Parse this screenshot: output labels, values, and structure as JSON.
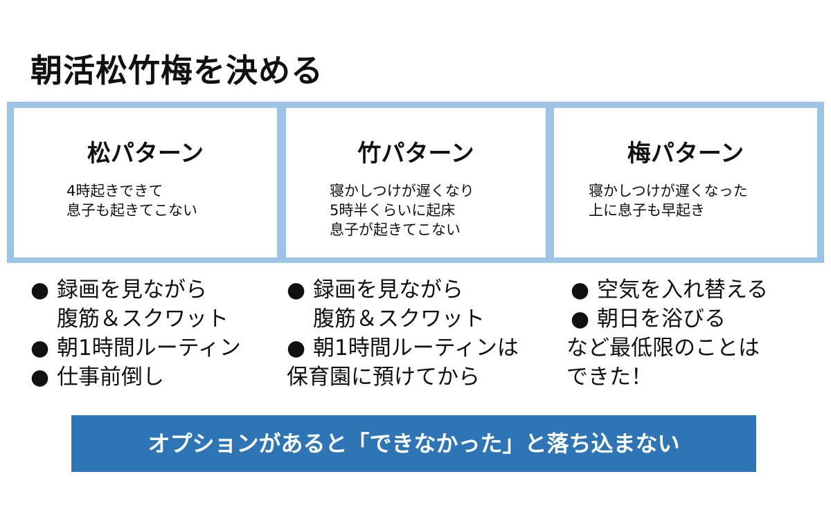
{
  "title": "朝活松竹梅を決める",
  "patterns": [
    {
      "heading": "松パターン",
      "desc": "4時起きできて\n息子も起きてこない"
    },
    {
      "heading": "竹パターン",
      "desc": "寝かしつけが遅くなり\n5時半くらいに起床\n息子が起きてこない"
    },
    {
      "heading": "梅パターン",
      "desc": "寝かしつけが遅くなった\n上に息子も早起き"
    }
  ],
  "columns": [
    [
      {
        "bullet": "●",
        "text": "録画を見ながら"
      },
      {
        "bullet": "",
        "text": "腹筋＆スクワット"
      },
      {
        "bullet": "●",
        "text": "朝1時間ルーティン"
      },
      {
        "bullet": "●",
        "text": "仕事前倒し"
      }
    ],
    [
      {
        "bullet": "●",
        "text": "録画を見ながら"
      },
      {
        "bullet": "",
        "text": "腹筋＆スクワット"
      },
      {
        "bullet": "●",
        "text": "朝1時間ルーティンは"
      },
      {
        "bullet": "",
        "text": "保育園に預けてから",
        "outdent": true
      }
    ],
    [
      {
        "bullet": "●",
        "text": "空気を入れ替える",
        "pad": true
      },
      {
        "bullet": "●",
        "text": "朝日を浴びる",
        "pad": true
      },
      {
        "bullet": "",
        "text": "など最低限のことは",
        "outdent": true
      },
      {
        "bullet": "",
        "text": "できた！",
        "outdent": true
      }
    ]
  ],
  "banner": "オプションがあると「できなかった」と落ち込まない",
  "colors": {
    "frame": "#9dc3e6",
    "banner": "#2e75b6"
  }
}
